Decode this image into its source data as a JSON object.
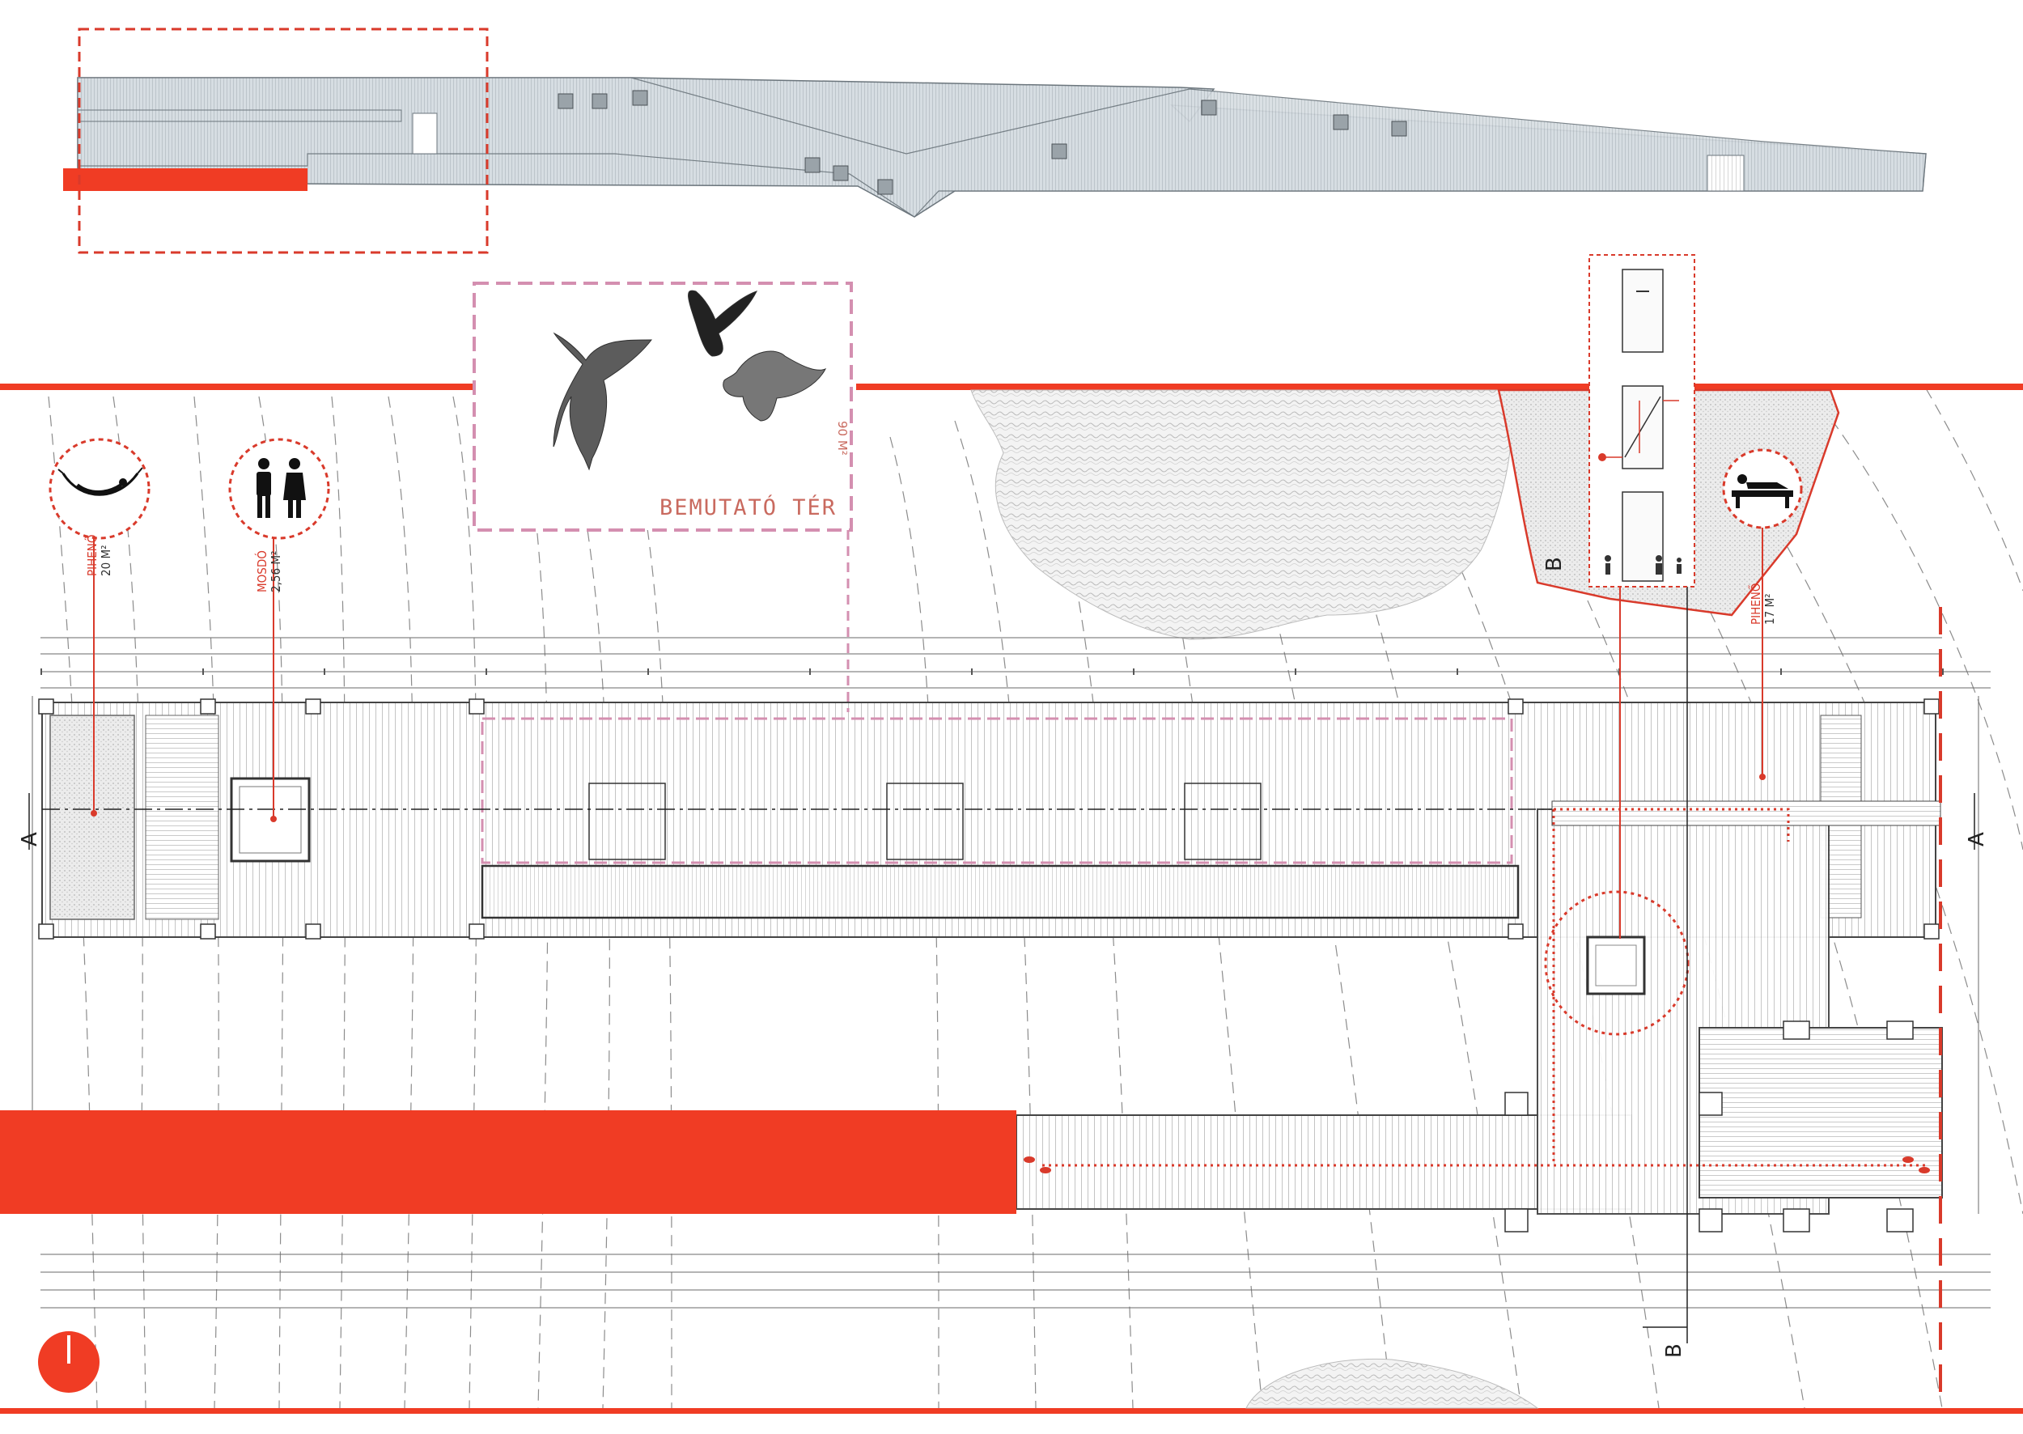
{
  "drawing": {
    "accent_color": "#f03c24",
    "space_title": "BEMUTATÓ TÉR",
    "space_area": "90 M²",
    "rooms": [
      {
        "name": "PIHENŐ",
        "area": "20 M²",
        "icon": "hammock-icon"
      },
      {
        "name": "MOSDÓ",
        "area": "2,56 M²",
        "icon": "toilet-people-icon"
      },
      {
        "name": "PIHENŐ",
        "area": "17 M²",
        "icon": "reclining-person-icon"
      }
    ],
    "section_marks": [
      "A",
      "A",
      "B",
      "B"
    ],
    "north_marker": "north-arrow-icon"
  }
}
